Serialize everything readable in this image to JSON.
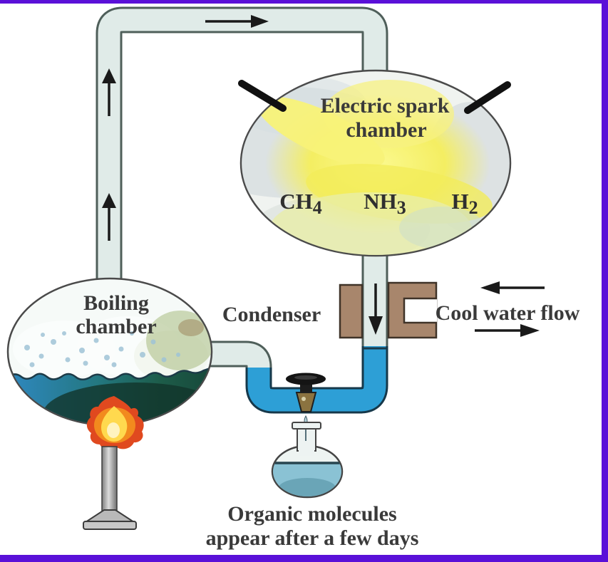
{
  "spark_chamber": {
    "label_line1": "Electric spark",
    "label_line2": "chamber",
    "gases": [
      {
        "main": "CH",
        "sub": "4"
      },
      {
        "main": "NH",
        "sub": "3"
      },
      {
        "main": "H",
        "sub": "2"
      }
    ]
  },
  "boiling_chamber": {
    "label_line1": "Boiling",
    "label_line2": "chamber"
  },
  "condenser": {
    "label": "Condenser"
  },
  "cool_water": {
    "label": "Cool water flow"
  },
  "caption": {
    "line1": "Organic molecules",
    "line2": "appear after a few days"
  },
  "colors": {
    "frame_purple": "#5a10d8",
    "tube_vapor_fill": "#e0ebe8",
    "tube_outline": "#4f5f5a",
    "water_blue": "#2d9fd6",
    "water_outline": "#16384a",
    "condenser_tan": "#a8866c",
    "spark_yellow": "#f4ee62",
    "flame_red": "#e0491f",
    "flame_orange": "#f28a1e",
    "flame_yellow": "#ffd94e",
    "boiling_water_blue": "#2f88c0",
    "boiling_water_green": "#17483a",
    "text_dark": "#3a3a3a"
  }
}
